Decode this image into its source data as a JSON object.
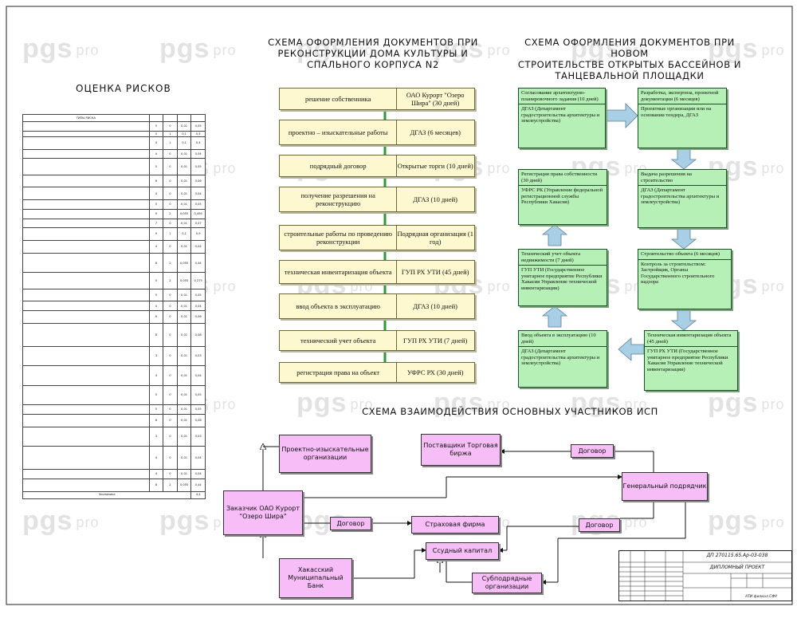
{
  "watermark": {
    "brand": "pgs",
    "suffix": "pro"
  },
  "titles": {
    "left_line1": "СХЕМА ОФОРМЛЕНИЯ ДОКУМЕНТОВ ПРИ",
    "left_line2": "РЕКОНСТРУКЦИИ ДОМА КУЛЬТУРЫ И",
    "left_line3": "СПАЛЬНОГО КОРПУСА N2",
    "right_line1": "СХЕМА ОФОРМЛЕНИЯ ДОКУМЕНТОВ ПРИ НОВОМ",
    "right_line2": "СТРОИТЕЛЬСТВЕ ОТКРЫТЫХ БАССЕЙНОВ И",
    "right_line3": "ТАНЦЕВАЛЬНОЙ ПЛОЩАДКИ",
    "bottom": "СХЕМА ВЗАИМОДЕЙСТВИЯ ОСНОВНЫХ УЧАСТНИКОВ ИСП"
  },
  "risk": {
    "title": "ОЦЕНКА РИСКОВ",
    "headers": [
      "ТИПЫ РИСКА",
      "",
      "",
      "",
      ""
    ],
    "rows": [
      {
        "n": 2,
        "v": [
          "5",
          "0",
          "0,01",
          "0,05"
        ]
      },
      {
        "n": 1,
        "v": [
          "5",
          "1",
          "0,1",
          "0,5"
        ]
      },
      {
        "n": 3,
        "v": [
          "4",
          "1",
          "0,1",
          "0,4"
        ]
      },
      {
        "n": 2,
        "v": [
          "4",
          "0",
          "0,01",
          "0,04"
        ]
      },
      {
        "n": 4,
        "v": [
          "5",
          "0",
          "0,01",
          "0,05"
        ]
      },
      {
        "n": 3,
        "v": [
          "6",
          "0",
          "0,01",
          "0,06"
        ]
      },
      {
        "n": 3,
        "v": [
          "4",
          "0",
          "0,01",
          "0,04"
        ]
      },
      {
        "n": 2,
        "v": [
          "5",
          "0",
          "0,01",
          "0,05"
        ]
      },
      {
        "n": 2,
        "v": [
          "9",
          "2",
          "0,055",
          "0,495"
        ]
      },
      {
        "n": 2,
        "v": [
          "7",
          "0",
          "0,01",
          "0,07"
        ]
      },
      {
        "n": 3,
        "v": [
          "9",
          "1",
          "0,1",
          "0,9"
        ]
      },
      {
        "n": 3,
        "v": [
          "4",
          "0",
          "0,01",
          "0,04"
        ]
      },
      {
        "n": 5,
        "v": [
          "8",
          "2",
          "0,055",
          "0,44"
        ]
      },
      {
        "n": 4,
        "v": [
          "5",
          "2",
          "0,055",
          "0,275"
        ]
      },
      {
        "n": 3,
        "v": [
          "5",
          "0",
          "0,01",
          "0,05"
        ]
      },
      {
        "n": 2,
        "v": [
          "4",
          "0",
          "0,01",
          "0,04"
        ]
      },
      {
        "n": 3,
        "v": [
          "6",
          "0",
          "0,01",
          "0,06"
        ]
      },
      {
        "n": 6,
        "v": [
          "8",
          "0",
          "0,01",
          "0,08"
        ]
      },
      {
        "n": 5,
        "v": [
          "3",
          "0",
          "0,01",
          "0,03"
        ]
      },
      {
        "n": 5,
        "v": [
          "4",
          "0",
          "0,01",
          "0,04"
        ]
      },
      {
        "n": 5,
        "v": [
          "5",
          "0",
          "0,01",
          "0,05"
        ]
      },
      {
        "n": 2,
        "v": [
          "5",
          "0",
          "0,01",
          "0,05"
        ]
      },
      {
        "n": 3,
        "v": [
          "6",
          "0",
          "0,01",
          "0,06"
        ]
      },
      {
        "n": 5,
        "v": [
          "3",
          "0",
          "0,01",
          "0,03"
        ]
      },
      {
        "n": 6,
        "v": [
          "4",
          "0",
          "0,01",
          "0,04"
        ]
      },
      {
        "n": 2,
        "v": [
          "4",
          "0",
          "0,01",
          "0,04"
        ]
      },
      {
        "n": 3,
        "v": [
          "8",
          "2",
          "0,055",
          "0,44"
        ]
      }
    ],
    "total_label": "Экономика",
    "total_value": "4,4"
  },
  "yellow_flow": [
    {
      "left": "решение собственника",
      "right": "ОАО Курорт \"Озеро Шира\" (30 дней)"
    },
    {
      "left": "проектно – изыскательные работы",
      "right": "ДГАЗ (6 месяцев)"
    },
    {
      "left": "подрядный договор",
      "right": "Открытые торги (10 дней)"
    },
    {
      "left": "получение разрешения на реконструкцию",
      "right": "ДГАЗ (10 дней)"
    },
    {
      "left": "строительные работы по проведению реконструкции",
      "right": "Подрядная организация (1 год)"
    },
    {
      "left": "техническая инвентаризация объекта",
      "right": "ГУП РХ УТИ (45 дней)"
    },
    {
      "left": "ввод объекта в эксплуатацию",
      "right": "ДГАЗ (10 дней)"
    },
    {
      "left": "технический учет объекта",
      "right": "ГУП РХ УТИ (7 дней)"
    },
    {
      "left": "регистрация права на объект",
      "right": "УФРС РХ (30 дней)"
    }
  ],
  "green_flow": [
    {
      "top": "Согласование архитектурно-планировочного задания (10 дней)",
      "bottom": "ДГАЗ (Департамент градостроительства архитектуры и землеустройства)"
    },
    {
      "top": "Разработка, экспертиза, проектной документации (6 месяцев)",
      "bottom": "Проектные организации или на основании тендера, ДГАЗ"
    },
    {
      "top": "Регистрация права собственности (30 дней)",
      "bottom": "УФРС РК (Управление федеральной регистрационной службы Республики Хакасия)"
    },
    {
      "top": "Выдача разрешения на строительство",
      "bottom": "ДГАЗ (Департамент градостроительства архитектуры и землеустройства)"
    },
    {
      "top": "Технический учет объекта недвижимости (7 дней)",
      "bottom": "ГУП УТИ (Государственное унитарное предприятие Республики Хакасия Управление технической инвентаризации)"
    },
    {
      "top": "Строительство объекта (6 месяцев)",
      "bottom": "Контроль за строительством: Застройщик, Органы Государственного строительного надзора"
    },
    {
      "top": "Ввод объекта в эксплуатацию (10 дней)",
      "bottom": "ДГАЗ (Департамент градостроительства архитектуры и землеустройства)"
    },
    {
      "top": "Техническая инвентаризация объекта (45 дней)",
      "bottom": "ГУП РХ УТИ (Государственное унитарное предприятие Республики Хакасия Управление технической инвентаризации)"
    }
  ],
  "participants": {
    "project_orgs": "Проектно-изыскательные организации",
    "suppliers": "Поставщики Торговая биржа",
    "contract1": "Договор",
    "general": "Генеральный подрядчик",
    "customer": "Заказчик ОАО Курорт \"Озеро Шира\"",
    "contract2": "Договор",
    "insurance": "Страховая фирма",
    "contract3": "Договор",
    "capital": "Ссудный капитал",
    "bank": "Хакасский Муниципальный Банк",
    "subcontract": "Субподрядные организации"
  },
  "title_block": {
    "code": "ДП 270115.65.Ар-03-038",
    "project": "ДИПЛОМНЫЙ ПРОЕКТ",
    "org": "АТИ филиал СФУ"
  }
}
